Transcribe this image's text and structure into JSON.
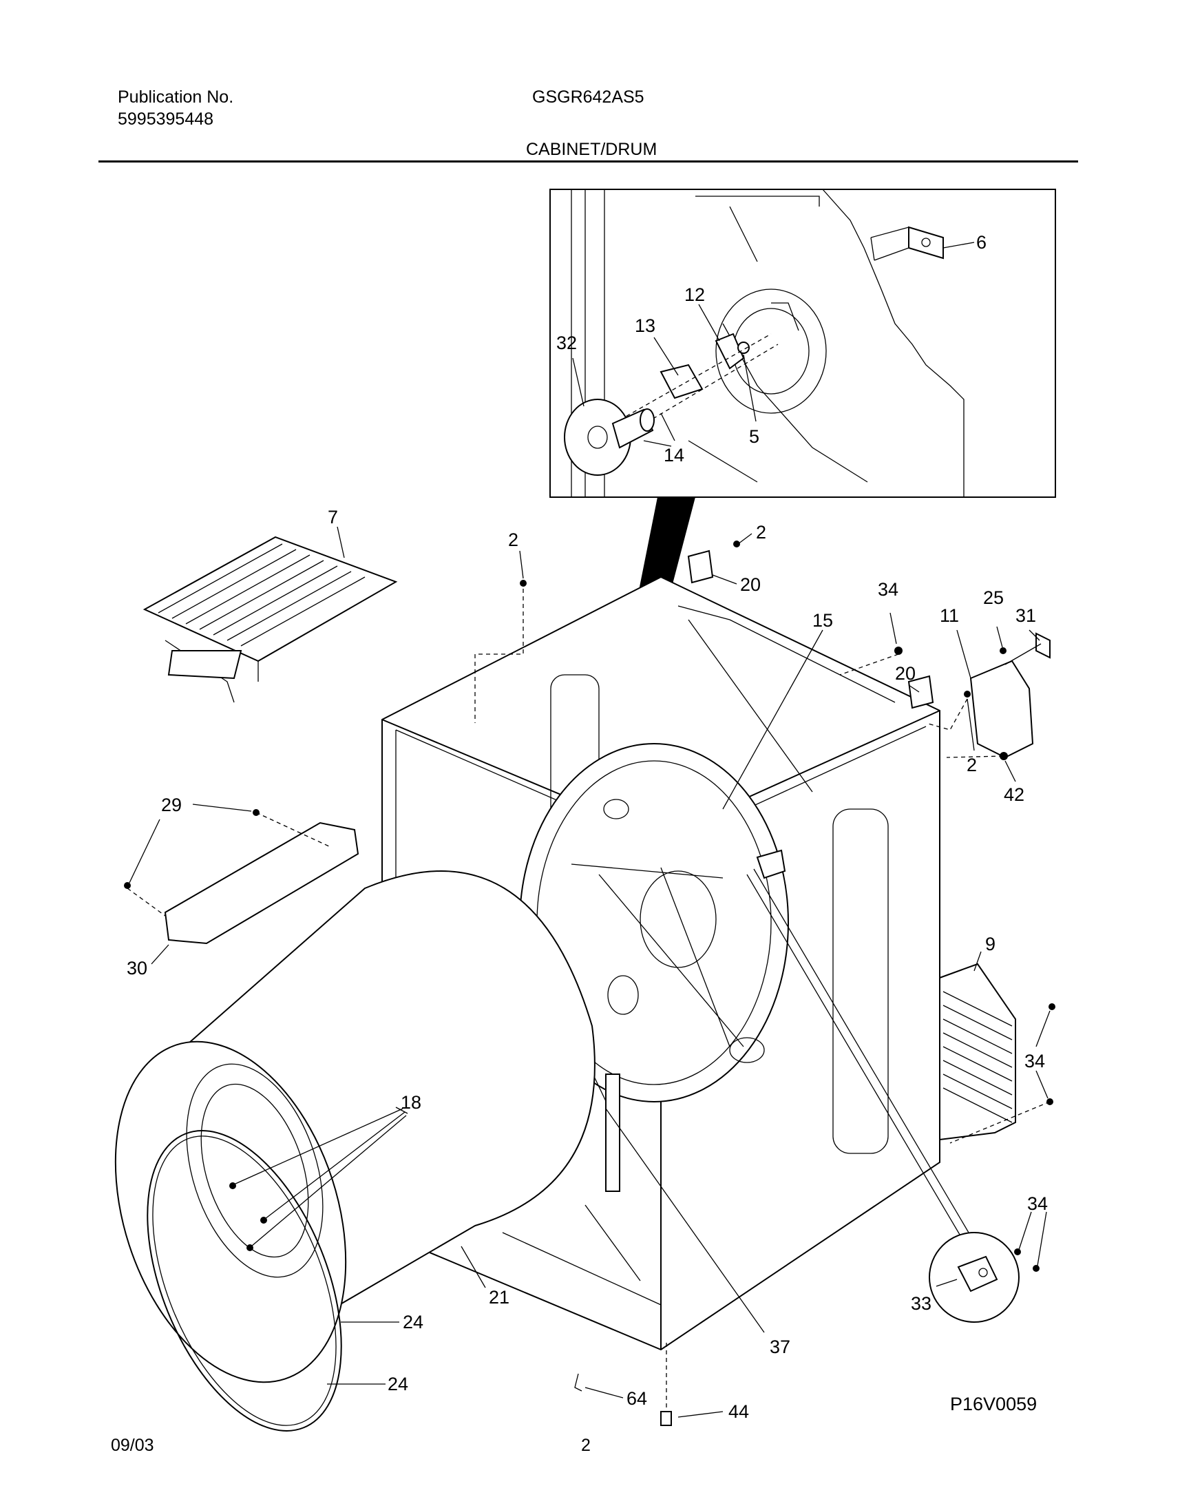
{
  "header": {
    "publication_label": "Publication No.",
    "publication_number": "5995395448",
    "model": "GSGR642AS5",
    "section_title": "CABINET/DRUM"
  },
  "footer": {
    "date": "09/03",
    "page_number": "2",
    "diagram_code": "P16V0059"
  },
  "callouts": {
    "c6": "6",
    "c12": "12",
    "c13": "13",
    "c32": "32",
    "c5": "5",
    "c14": "14",
    "c7": "7",
    "c2a": "2",
    "c2b": "2",
    "c20a": "20",
    "c34a": "34",
    "c25": "25",
    "c11": "11",
    "c31": "31",
    "c15": "15",
    "c20b": "20",
    "c2c": "2",
    "c42": "42",
    "c29": "29",
    "c30": "30",
    "c9": "9",
    "c34b": "34",
    "c18": "18",
    "c34c": "34",
    "c33": "33",
    "c21": "21",
    "c24a": "24",
    "c37": "37",
    "c24b": "24",
    "c64": "64",
    "c44": "44"
  }
}
